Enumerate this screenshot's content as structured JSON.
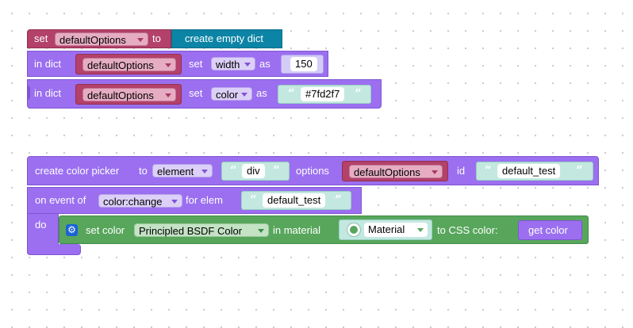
{
  "program1": {
    "set_keyword": "set",
    "variable": "defaultOptions",
    "to_keyword": "to",
    "create_dict_label": "create empty dict",
    "row2": {
      "in_dict": "in dict",
      "dict_var": "defaultOptions",
      "set_keyword": "set",
      "key": "width",
      "as_keyword": "as",
      "value": "150"
    },
    "row3": {
      "in_dict": "in dict",
      "dict_var": "defaultOptions",
      "set_keyword": "set",
      "key": "color",
      "as_keyword": "as",
      "value": "#7fd2f7"
    }
  },
  "program2": {
    "create_picker": "create color picker",
    "to_keyword": "to",
    "element_dropdown": "element",
    "element_value": "div",
    "options_keyword": "options",
    "options_var": "defaultOptions",
    "id_keyword": "id",
    "id_value": "default_test",
    "on_event_of": "on event of",
    "event_dropdown": "color:change",
    "for_elem": "for elem",
    "elem_value": "default_test",
    "do_keyword": "do",
    "set_color": "set color",
    "bsdf_dropdown": "Principled BSDF Color",
    "in_material": "in material",
    "material_dropdown": "Material",
    "to_css_color": "to CSS color:",
    "get_color": "get color"
  },
  "icons": {
    "quote_open": "“",
    "quote_close": "”",
    "gear": "⚙"
  },
  "colors": {
    "control_purple": "#9b6ff0",
    "variable_magenta": "#b3416a",
    "dict_teal": "#0b84a5",
    "material_green": "#58a65c",
    "string_block": "#c3e8e0"
  }
}
